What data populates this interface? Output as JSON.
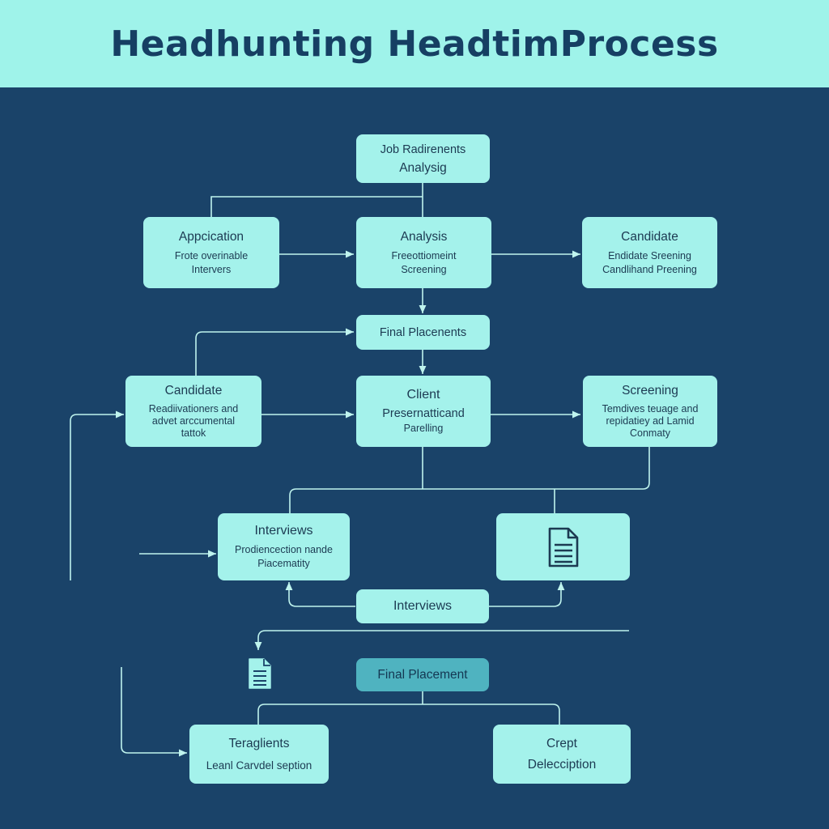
{
  "title": "Headhunting HeadtimProcess",
  "nodes": {
    "job_requirements": {
      "line1": "Job Radirenents",
      "line2": "Analysig"
    },
    "application": {
      "title": "Appcication",
      "desc_line1": "Frote overinable",
      "desc_line2": "Intervers"
    },
    "analysis": {
      "title": "Analysis",
      "desc_line1": "Freeottiomeint",
      "desc_line2": "Screening"
    },
    "candidate_top": {
      "title": "Candidate",
      "desc_line1": "Endidate Sreening",
      "desc_line2": "Candlihand Preening"
    },
    "final_placements": {
      "label": "Final Placenents"
    },
    "candidate_mid": {
      "title": "Candidate",
      "desc_line1": "Readiivationers and",
      "desc_line2": "advet arccumental",
      "desc_line3": "tattok"
    },
    "client": {
      "title1": "Client",
      "title2": "Presernatticand",
      "desc": "Parelling"
    },
    "screening": {
      "title": "Screening",
      "desc_line1": "Temdives teuage and",
      "desc_line2": "repidatiey ad Lamid",
      "desc_line3": "Conmaty"
    },
    "interviews_box": {
      "title": "Interviews",
      "desc_line1": "Prodiencection nande",
      "desc_line2": "Piacematity"
    },
    "interviews_pill": {
      "label": "Interviews"
    },
    "final_placement": {
      "label": "Final Placement"
    },
    "teraglients": {
      "title": "Teraglients",
      "desc": "Leanl Carvdel seption"
    },
    "crept": {
      "title": "Crept",
      "desc": "Delecciption"
    }
  },
  "icons": {
    "document_large": "document-icon",
    "document_small": "document-icon"
  },
  "colors": {
    "background": "#1a4369",
    "header": "#9ff3ea",
    "node": "#a4f2eb",
    "node_dark": "#4fb3c0",
    "text": "#1c3a52",
    "connector": "#bff4ee"
  }
}
